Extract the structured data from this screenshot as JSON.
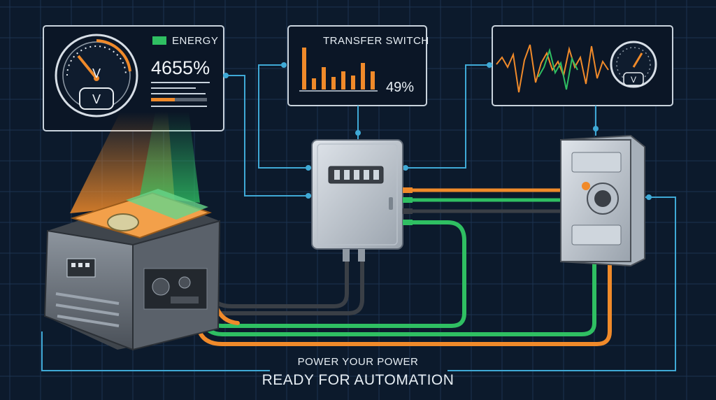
{
  "panels": {
    "energy": {
      "label": "ENERGY",
      "value": "4655%",
      "gauge_symbol": "V"
    },
    "transfer_switch": {
      "title": "TRANSFER SWITCH",
      "value": "49%"
    },
    "waveform": {
      "gauge_symbol": "V"
    }
  },
  "footer": {
    "tagline": "POWER YOUR POWER",
    "headline": "READY FOR AUTOMATION"
  },
  "colors": {
    "background": "#0c1a2c",
    "grid": "#1c3350",
    "wire_blue": "#3fa9d6",
    "accent_orange": "#f08a2a",
    "accent_green": "#2fbf62",
    "cable_dark": "#3a3f46"
  },
  "icons": [
    "gauge-icon",
    "bar-chart-icon",
    "waveform-icon",
    "generator-icon",
    "transfer-switch-box-icon",
    "breaker-panel-icon"
  ]
}
